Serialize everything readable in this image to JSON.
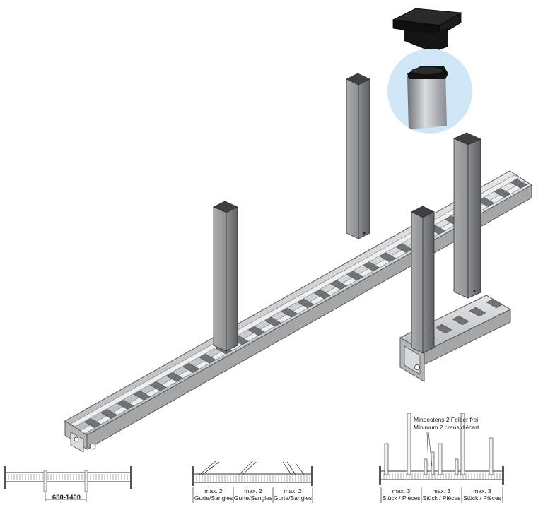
{
  "diagram_1": {
    "span_label": "680-1400"
  },
  "diagram_2": {
    "cells": [
      {
        "line1": "max. 2",
        "line2": "Gurte/Sangles"
      },
      {
        "line1": "max. 2",
        "line2": "Gurte/Sangles"
      },
      {
        "line1": "max. 2",
        "line2": "Gurte/Sangles"
      }
    ]
  },
  "diagram_3": {
    "note_line1": "Mindestens 2 Felder frei",
    "note_line2": "Minimum 2 crans d'écart",
    "cells": [
      {
        "line1": "max. 3",
        "line2": "Stück / Pièces"
      },
      {
        "line1": "max. 3",
        "line2": "Stück / Pièces"
      },
      {
        "line1": "max. 3",
        "line2": "Stück / Pièces"
      }
    ]
  },
  "colors": {
    "rail_metal": "#c8cacc",
    "post_dark": "#7b7d80",
    "cap_black": "#101010",
    "detail_circle": "#cfe6f7"
  }
}
